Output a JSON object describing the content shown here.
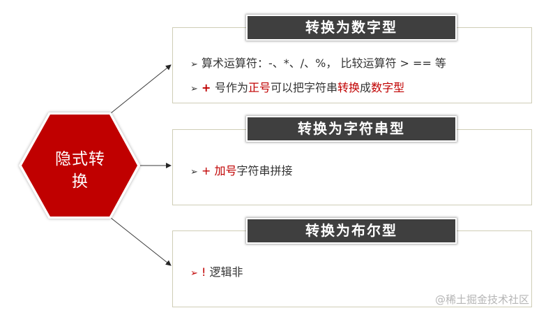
{
  "center_node": {
    "label": "隐式转换",
    "label_lines": [
      "隐式转",
      "换"
    ],
    "shape": "hexagon",
    "fill_color": "#C00000",
    "text_color": "#FFFFFF"
  },
  "panels": [
    {
      "title": "转换为数字型",
      "items": [
        {
          "bullet_icon": "arrow-bullet-icon",
          "bullet_color": "#333333",
          "segments": [
            {
              "text": "算术运算符：-、*、/、%， 比较运算符 >  ==  等",
              "color": "#333333"
            }
          ]
        },
        {
          "bullet_icon": "arrow-bullet-icon",
          "bullet_color": "#333333",
          "segments": [
            {
              "text": "+ ",
              "color": "#C00000"
            },
            {
              "text": "号作为",
              "color": "#333333"
            },
            {
              "text": "正号",
              "color": "#C00000"
            },
            {
              "text": "可以把字符串",
              "color": "#333333"
            },
            {
              "text": "转换",
              "color": "#C00000"
            },
            {
              "text": "成",
              "color": "#333333"
            },
            {
              "text": "数字型",
              "color": "#C00000"
            }
          ]
        }
      ]
    },
    {
      "title": "转换为字符串型",
      "items": [
        {
          "bullet_icon": "arrow-bullet-icon",
          "bullet_color": "#333333",
          "segments": [
            {
              "text": "+ 加号",
              "color": "#C00000"
            },
            {
              "text": "字符串拼接",
              "color": "#333333"
            }
          ]
        }
      ]
    },
    {
      "title": "转换为布尔型",
      "items": [
        {
          "bullet_icon": "arrow-bullet-icon",
          "bullet_color": "#C00000",
          "segments": [
            {
              "text": "! ",
              "color": "#C00000"
            },
            {
              "text": "逻辑非",
              "color": "#333333"
            }
          ]
        }
      ]
    }
  ],
  "watermark": "@稀土掘金技术社区",
  "colors": {
    "accent_red": "#C00000",
    "header_bg": "#3F3F3F",
    "panel_border": "#CFCDB6",
    "body_text": "#333333",
    "watermark": "#B5B5B5"
  }
}
